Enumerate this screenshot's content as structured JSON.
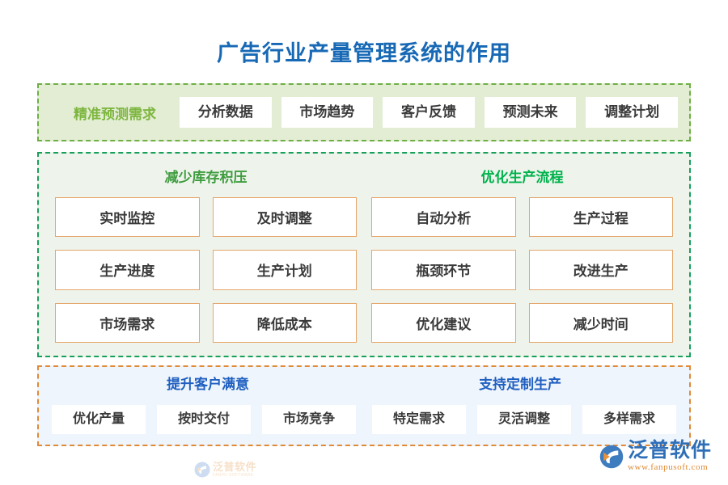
{
  "page": {
    "title": "广告行业产量管理系统的作用",
    "title_color": "#1769B5",
    "background": "#FFFFFF"
  },
  "forecast_band": {
    "label": "精准预测需求",
    "label_color": "#7DB63F",
    "background": "#E3EDD4",
    "border_color": "#6FAF46",
    "cards": [
      {
        "label": "分析数据"
      },
      {
        "label": "市场趋势"
      },
      {
        "label": "客户反馈"
      },
      {
        "label": "预测未来"
      },
      {
        "label": "调整计划"
      }
    ]
  },
  "middle_band": {
    "background": "#EEF4EC",
    "border_color": "#18A05A",
    "card_border_color": "#E5A569",
    "columns": [
      {
        "heading": "减少库存积压",
        "heading_color": "#3E9B3E",
        "cards": [
          {
            "label": "实时监控"
          },
          {
            "label": "及时调整"
          },
          {
            "label": "生产进度"
          },
          {
            "label": "生产计划"
          },
          {
            "label": "市场需求"
          },
          {
            "label": "降低成本"
          }
        ]
      },
      {
        "heading": "优化生产流程",
        "heading_color": "#00B24C",
        "cards": [
          {
            "label": "自动分析"
          },
          {
            "label": "生产过程"
          },
          {
            "label": "瓶颈环节"
          },
          {
            "label": "改进生产"
          },
          {
            "label": "优化建议"
          },
          {
            "label": "减少时间"
          }
        ]
      }
    ]
  },
  "bottom_band": {
    "background": "#EFF5FC",
    "border_color": "#E08A35",
    "heading_color": "#1F5FC0",
    "columns": [
      {
        "heading": "提升客户满意",
        "cards": [
          {
            "label": "优化产量"
          },
          {
            "label": "按时交付"
          },
          {
            "label": "市场竞争"
          }
        ]
      },
      {
        "heading": "支持定制生产",
        "cards": [
          {
            "label": "特定需求"
          },
          {
            "label": "灵活调整"
          },
          {
            "label": "多样需求"
          }
        ]
      }
    ]
  },
  "watermark": {
    "name": "泛普软件",
    "subtitle": "FANPU SOFTWARE"
  },
  "brand": {
    "name": "泛普软件",
    "url": "www.fanpusoft.com",
    "name_color": "#2F6FB8",
    "url_color": "#E08A35"
  }
}
